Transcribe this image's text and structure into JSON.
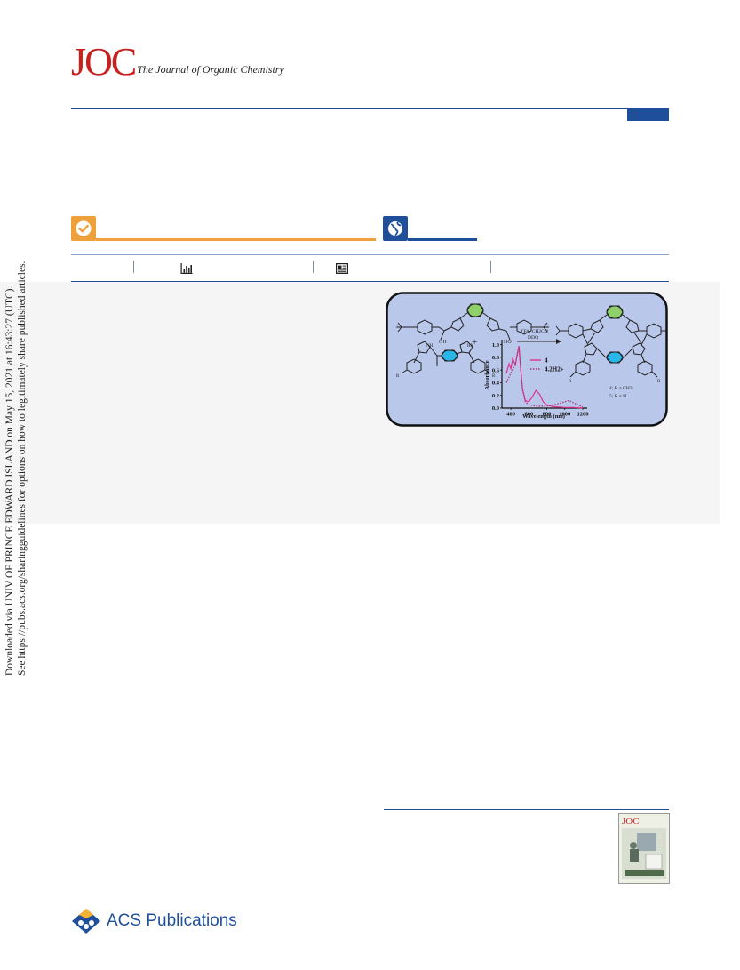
{
  "journal": {
    "logo_mark": "JOC",
    "name": "The Journal of Organic Chemistry"
  },
  "badges": {
    "open_access_icon": "check-icon",
    "globe_icon": "globe-icon"
  },
  "metrics": {
    "chart_icon": "bar-chart-icon",
    "article_icon": "article-recommendations-icon"
  },
  "toc_graphic": {
    "reagent_line1": "TFA, CH2Cl2",
    "reagent_line2": "DDQ",
    "plus": "+",
    "label_oh_left": "OH",
    "label_ho_right": "HO",
    "label_nh": "NH",
    "label_hn": "HN",
    "r_label": "R",
    "compound_note_4": "4; R = CH3",
    "compound_note_5": "5; R = H",
    "legend_4": "4",
    "legend_42h": "4.2H2+",
    "chart_data": {
      "type": "line",
      "xlabel": "Wavelength (nm)",
      "ylabel": "Absorbance",
      "x_ticks": [
        "400",
        "600",
        "800",
        "1000",
        "1200"
      ],
      "y_ticks": [
        "0.0",
        "0.2",
        "0.4",
        "0.6",
        "0.8",
        "1.0"
      ],
      "xlim": [
        300,
        1250
      ],
      "ylim": [
        0,
        1.05
      ],
      "series": [
        {
          "name": "4",
          "color": "#e0308f",
          "style": "solid",
          "x": [
            350,
            380,
            400,
            420,
            450,
            470,
            490,
            510,
            530,
            560,
            600,
            640,
            680,
            720,
            760,
            800,
            850,
            900,
            1000,
            1100,
            1200
          ],
          "y": [
            0.55,
            0.7,
            0.62,
            0.78,
            0.68,
            0.85,
            0.98,
            0.6,
            0.3,
            0.12,
            0.1,
            0.18,
            0.28,
            0.22,
            0.1,
            0.05,
            0.03,
            0.02,
            0.01,
            0.01,
            0.0
          ]
        },
        {
          "name": "4.2H2+",
          "color": "#b0307a",
          "style": "dotted",
          "x": [
            350,
            400,
            450,
            490,
            510,
            530,
            560,
            600,
            700,
            800,
            900,
            1000,
            1050,
            1100,
            1200
          ],
          "y": [
            0.4,
            0.55,
            0.7,
            0.95,
            0.6,
            0.3,
            0.1,
            0.05,
            0.03,
            0.03,
            0.06,
            0.1,
            0.12,
            0.08,
            0.02
          ]
        }
      ]
    }
  },
  "side_text": {
    "line1": "Downloaded via UNIV OF PRINCE EDWARD ISLAND on May 15, 2021 at 16:43:27 (UTC).",
    "line2": "See https://pubs.acs.org/sharingguidelines for options on how to legitimately share published articles."
  },
  "cover": {
    "mini_title": "JOC"
  },
  "publisher": {
    "name": "ACS Publications",
    "logo_icon": "acs-shield-icon"
  }
}
